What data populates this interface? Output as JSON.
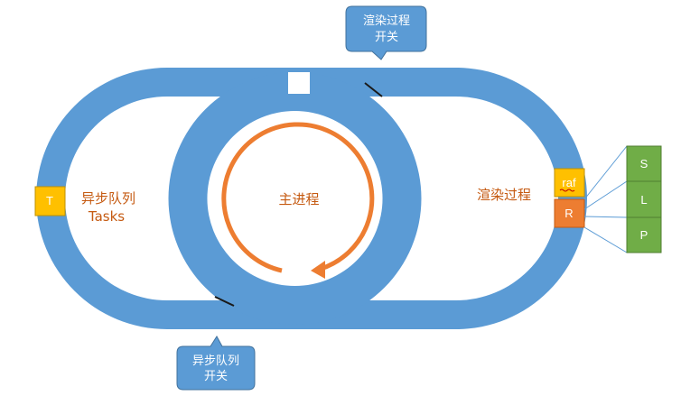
{
  "main_process": "主进程",
  "async_queue": {
    "line1": "异步队列",
    "line2": "Tasks",
    "marker": "T"
  },
  "render_process": {
    "label": "渲染过程",
    "raf": "raf",
    "r": "R"
  },
  "slp": [
    "S",
    "L",
    "P"
  ],
  "callouts": {
    "render_switch": [
      "渲染过程",
      "开关"
    ],
    "async_switch": [
      "异步队列",
      "开关"
    ]
  },
  "colors": {
    "track": "#5B9BD5",
    "arrow": "#ED7D31",
    "label": "#C55A11",
    "task_box": "#FFC000",
    "r_box": "#ED7D31",
    "slp_box": "#70AD47"
  }
}
